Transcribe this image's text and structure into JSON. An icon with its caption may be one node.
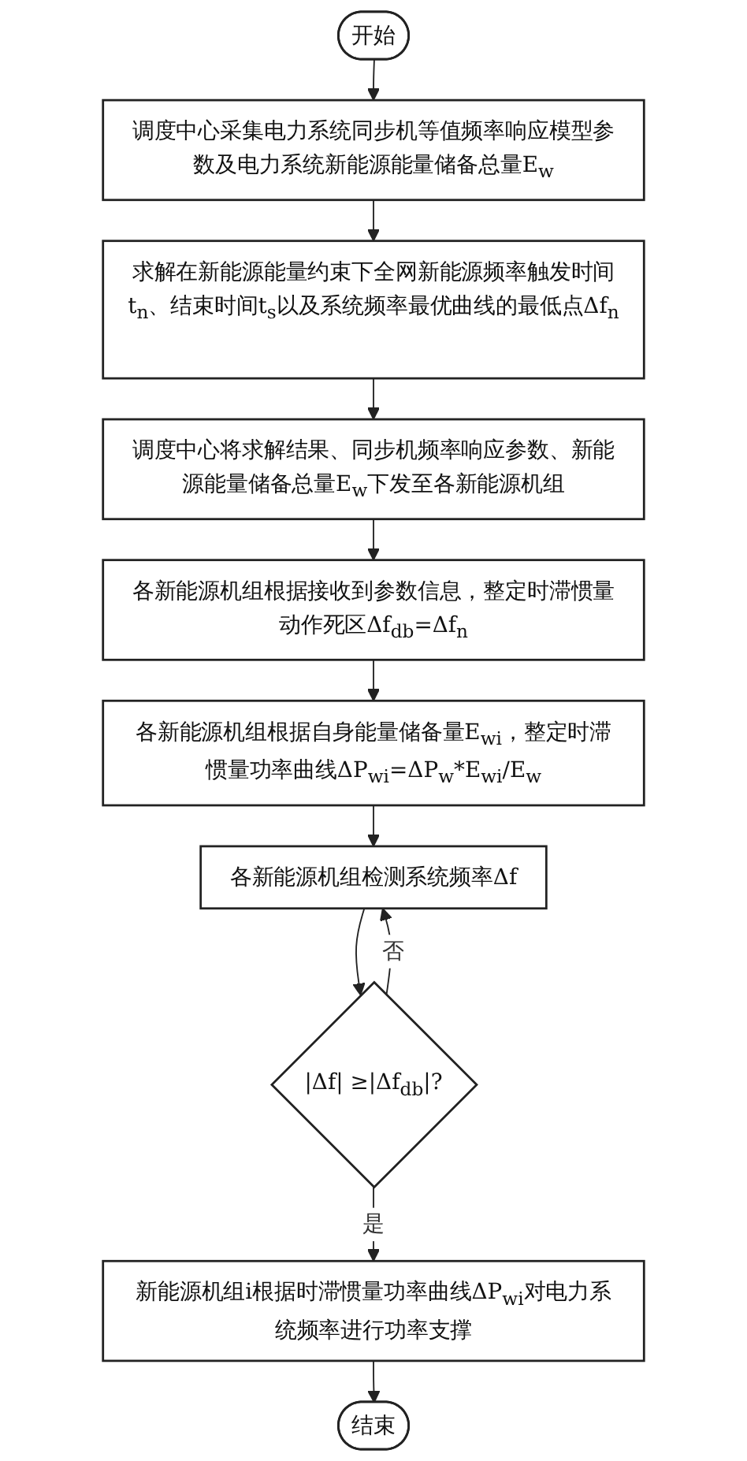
{
  "diagram": {
    "nodes": [
      {
        "text": [
          "开始"
        ]
      },
      {
        "text": [
          "调度中心采集电力系统同步机等值频率响应模型参数及电力系统新能源能量储备总量E$_{w}$"
        ]
      },
      {
        "text": [
          "求解在新能源能量约束下全网新能源频率触发时间t$_{n}$、结束时间t$_{s}$以及系统频率最优曲线的最低点Δf$_{n}$"
        ]
      },
      {
        "text": [
          "调度中心将求解结果、同步机频率响应参数、新能源能量储备总量E$_{w}$下发至各新能源机组"
        ]
      },
      {
        "text": [
          "各新能源机组根据接收到参数信息，整定时滞惯量动作死区Δf$_{db}$=Δf$_{n}$"
        ]
      },
      {
        "text": [
          "各新能源机组根据自身能量储备量E$_{wi}$，整定时滞惯量功率曲线ΔP$_{wi}$=ΔP$_{w}$*E$_{wi}$/E$_{w}$"
        ]
      },
      {
        "text": [
          "各新能源机组检测系统频率Δf"
        ]
      },
      {
        "text": [
          "|Δf| ≥|Δf$_{db}$|?"
        ]
      },
      {
        "text": [
          "新能源机组i根据时滞惯量功率曲线ΔP$_{wi}$对电力系统频率进行功率支撑"
        ]
      },
      {
        "text": [
          "结束"
        ]
      }
    ],
    "edges": [
      {
        "from": 0,
        "to": 1,
        "arrow": "to"
      },
      {
        "from": 1,
        "to": 2,
        "arrow": "to"
      },
      {
        "from": 2,
        "to": 3,
        "arrow": "to"
      },
      {
        "from": 3,
        "to": 4,
        "arrow": "to"
      },
      {
        "from": 4,
        "to": 5,
        "arrow": "to"
      },
      {
        "from": 5,
        "to": 6,
        "arrow": "to"
      },
      {
        "from": 6,
        "to": 7,
        "arrow": "to"
      },
      {
        "from": 7,
        "to": 6,
        "arrow": "to",
        "label": "否"
      },
      {
        "from": 7,
        "to": 8,
        "arrow": "to",
        "label": "是"
      },
      {
        "from": 8,
        "to": 9,
        "arrow": "to"
      }
    ]
  }
}
